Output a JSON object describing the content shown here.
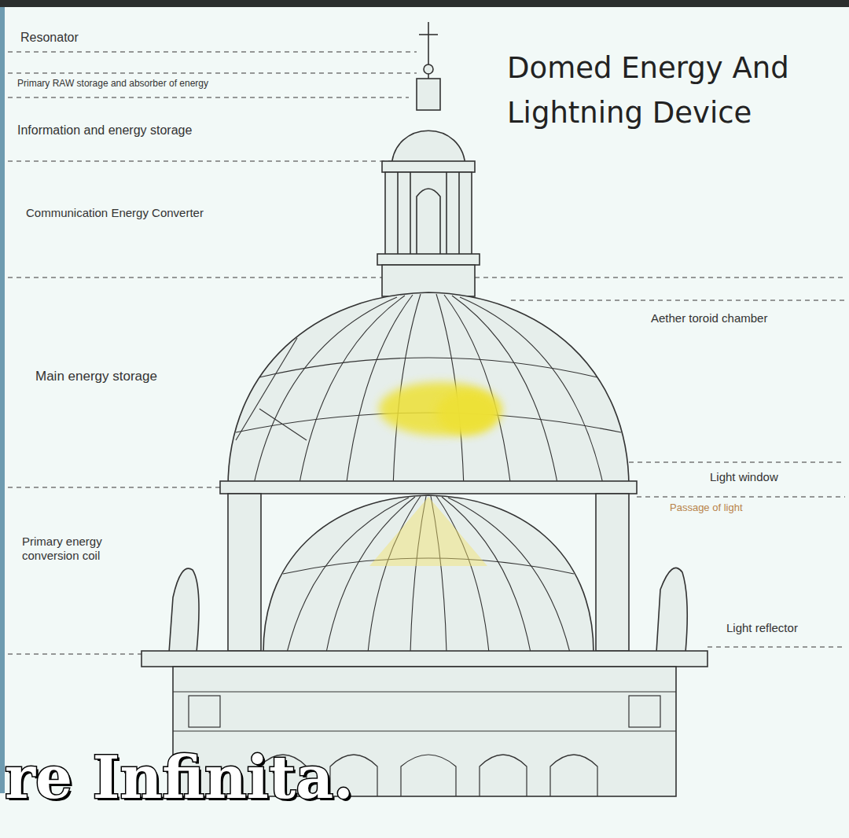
{
  "diagram": {
    "title": "Domed Energy And Lightning Device",
    "labels": [
      "Resonator",
      "Primary RAW storage and absorber of energy",
      "Information and energy storage",
      "Communication Energy Converter",
      "Main energy storage",
      "Primary energy conversion coil",
      "Aether toroid chamber",
      "Light window",
      "Passage of light",
      "Light reflector",
      "re Infinita."
    ]
  }
}
